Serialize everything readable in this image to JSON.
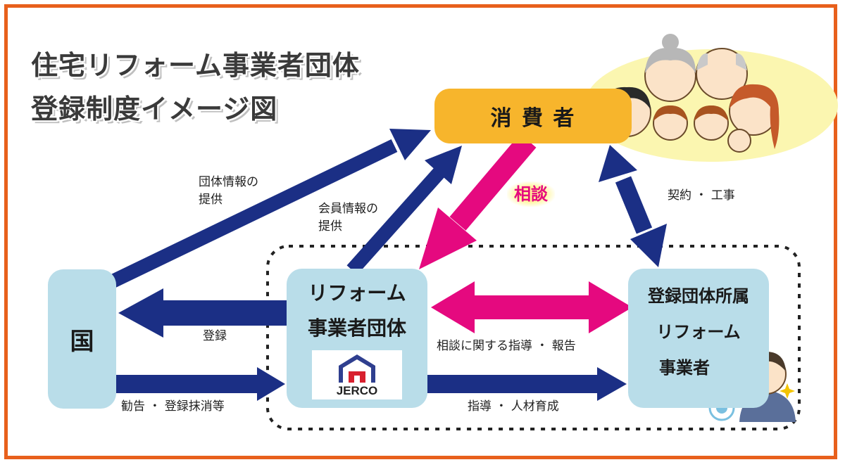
{
  "title": {
    "line1": "住宅リフォーム事業者団体",
    "line2": "登録制度イメージ図"
  },
  "nodes": {
    "consumer": "消 費 者",
    "country": "国",
    "org_line1": "リフォーム",
    "org_line2": "事業者団体",
    "logo_text": "JERCO",
    "member_line1": "登録団体所属",
    "member_line2": "リフォーム",
    "member_line3": "事業者"
  },
  "labels": {
    "group_info_1": "団体情報の",
    "group_info_2": "提供",
    "member_info_1": "会員情報の",
    "member_info_2": "提供",
    "consultation": "相談",
    "contract": "契約 ・ 工事",
    "register": "登録",
    "advice": "勧告 ・ 登録抹消等",
    "guidance_report": "相談に関する指導 ・ 報告",
    "guidance_hr": "指導 ・ 人材育成"
  },
  "colors": {
    "frame": "#e8601c",
    "arrow_navy": "#1b2f85",
    "arrow_pink": "#e5097f",
    "box_blue": "#b9dde9",
    "box_orange": "#f7b52c"
  }
}
